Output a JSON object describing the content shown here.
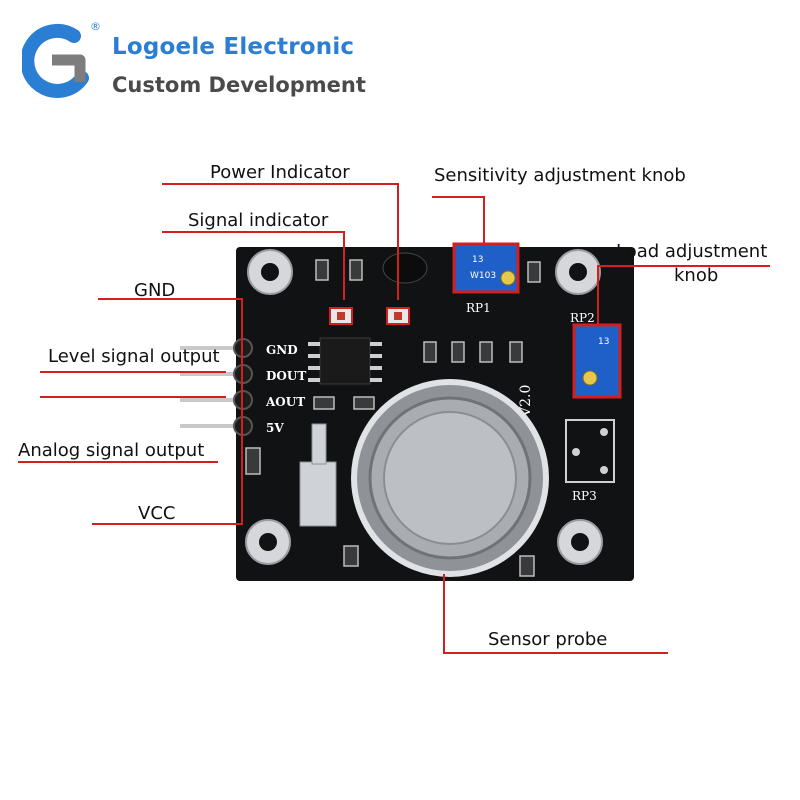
{
  "brand": {
    "name": "Logoele Electronic",
    "tagline": "Custom Development",
    "registered_mark": "®",
    "color": "#2a7fd4"
  },
  "callouts": {
    "power_indicator": "Power Indicator",
    "signal_indicator": "Signal indicator",
    "sensitivity_knob": "Sensitivity adjustment knob",
    "load_knob_line1": "Load adjustment",
    "load_knob_line2": "knob",
    "gnd": "GND",
    "level_output": "Level signal output",
    "analog_output": "Analog signal output",
    "vcc": "VCC",
    "sensor_probe": "Sensor probe",
    "line_color": "#d41f1f"
  },
  "board": {
    "pins": [
      "GND",
      "DOUT",
      "AOUT",
      "5V"
    ],
    "model": "XL-V2.0",
    "rp1": "RP1",
    "rp2": "RP2",
    "rp3": "RP3",
    "pot_code": "W103",
    "pot_num": "13"
  }
}
